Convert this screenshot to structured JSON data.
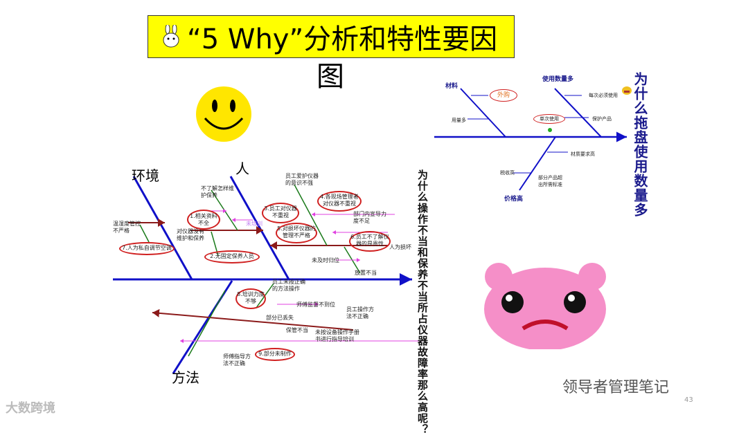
{
  "title": {
    "line1": "“5 Why”分析和特性要因",
    "line2": "图"
  },
  "left_diagram": {
    "question": "为什么操作不当和保养不当所占仪器故障率那么高呢？",
    "categories": {
      "environment": "环境",
      "people": "人",
      "method": "方法"
    },
    "labels": {
      "temp_control": "温湿度管控不严格",
      "no_maintenance": "对仪器没有维护和保养",
      "unknown_how": "不了解怎样维护保养",
      "not_trained": "未培训",
      "awareness": "员工爱护仪器的意识不强",
      "dept_guidance": "部门内宣导力度不足",
      "human_damage": "人为损坏",
      "not_returned": "未及时归位",
      "improper_place": "放置不当",
      "wrong_method_op": "员工未按正确的方法操作",
      "supervision": "师傅监督不到位",
      "wrong_operation": "员工操作方法不正确",
      "partly_lost": "部分已丢失",
      "improper_storage": "保管不当",
      "no_manual_training": "未按设备操作手册书进行指导培训",
      "master_wrong": "师傅指导方法不正确"
    },
    "circled": [
      "1.相关资料不全",
      "2.无固定保养人员",
      "3.员工对仪器不重视",
      "4.各现场管理者对仪器不重视",
      "5.对损坏仪器的管理不严格",
      "6.员工不了解仪器的昂贵性",
      "7.人为私自调节空调",
      "8.培训力度不够",
      "9.部分未制作"
    ]
  },
  "right_diagram": {
    "question": "为什么拖盘使用数量多",
    "categories": {
      "material": "材料",
      "usage": "使用数量多",
      "price": "价格高"
    },
    "labels": {
      "outsourced": "外购",
      "large_amount": "用量多",
      "single_use": "单次使用",
      "must_use": "每次必须使用",
      "protect": "保护产品",
      "material_req": "材质要求高",
      "tax": "税收高",
      "over_standard": "部分产品超出所需标准"
    }
  },
  "watermark": "领导者管理笔记",
  "page_number": "43",
  "brand": "大数跨境",
  "colors": {
    "title_bg": "#ffff00",
    "spine": "#1010c8",
    "branch": "#8b1a1a",
    "sub": "#1a7a1a",
    "arrow": "#e040e0",
    "circle": "#d02020"
  }
}
